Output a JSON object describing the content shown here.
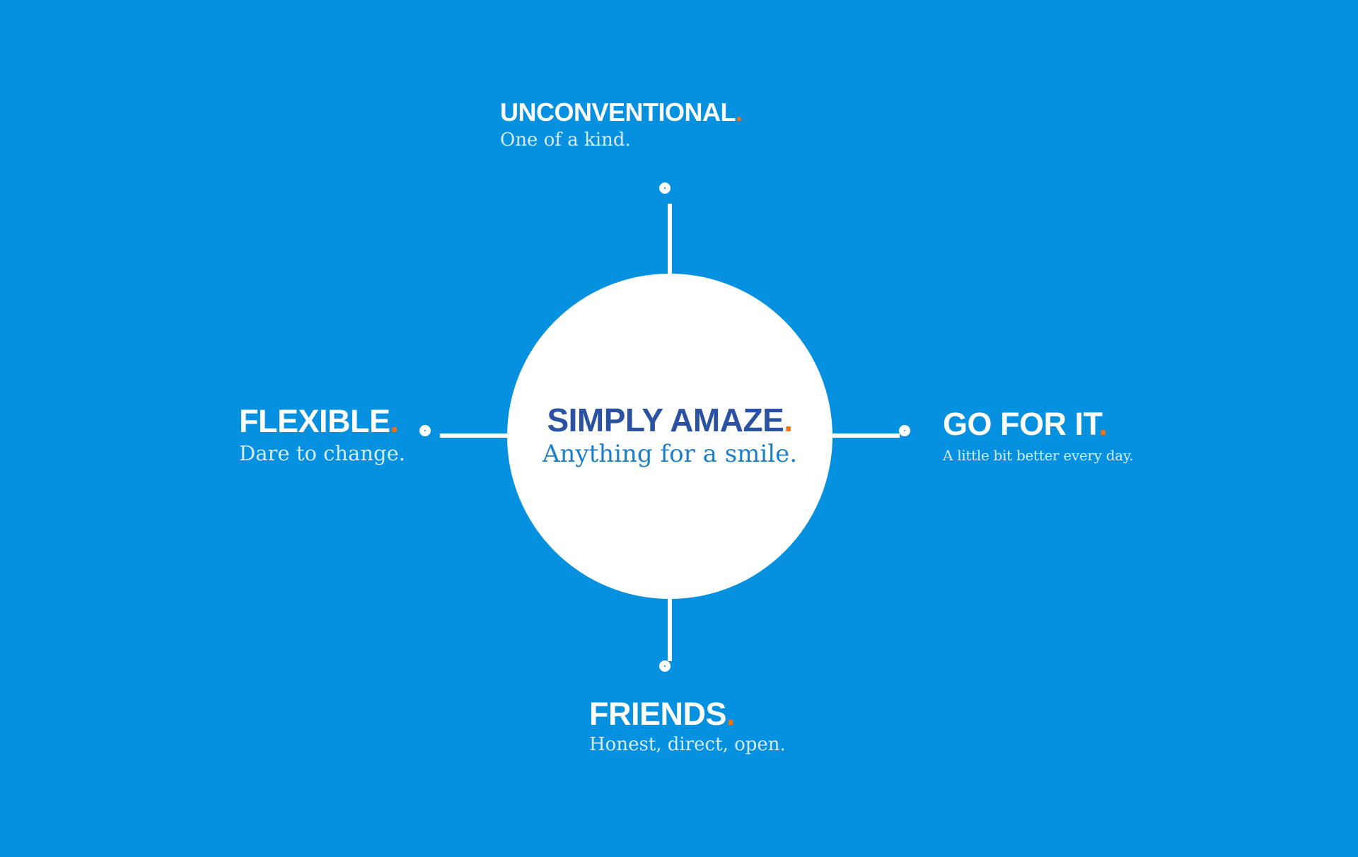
{
  "colors": {
    "background_blue": "#0590e0",
    "accent_orange": "#f2700e",
    "center_title_blue": "#2b52a2",
    "center_subtitle_blue": "#1a7ec9",
    "light_subtitle_text": "#d4ecfb",
    "circle_white": "#ffffff"
  },
  "center": {
    "title": "SIMPLY AMAZE",
    "dot": ".",
    "subtitle": "Anything for a smile."
  },
  "nodes": {
    "top": {
      "title": "UNCONVENTIONAL",
      "dot": ".",
      "subtitle": "One of a kind."
    },
    "left": {
      "title": "FLEXIBLE",
      "dot": ".",
      "subtitle": "Dare to change."
    },
    "right": {
      "title": "GO FOR IT",
      "dot": ".",
      "subtitle": "A little bit better every day."
    },
    "bottom": {
      "title": "FRIENDS",
      "dot": ".",
      "subtitle": "Honest, direct, open."
    }
  }
}
